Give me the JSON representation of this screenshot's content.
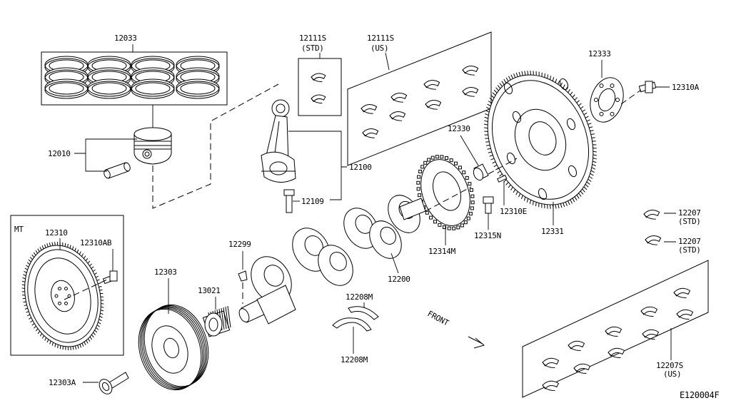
{
  "diagram_id": "E120004F",
  "section_tag": "MT",
  "front_label": "FRONT",
  "callouts": {
    "p12033": "12033",
    "p12010": "12010",
    "p12111s_std": "12111S",
    "p12111s_std_sub": "(STD)",
    "p12111s_us": "12111S",
    "p12111s_us_sub": "(US)",
    "p12100": "12100",
    "p12109": "12109",
    "p12333": "12333",
    "p12310a": "12310A",
    "p12330": "12330",
    "p12310e": "12310E",
    "p12331": "12331",
    "p12315n": "12315N",
    "p12314m": "12314M",
    "p12207_1": "12207",
    "p12207_1_sub": "(STD)",
    "p12207_2": "12207",
    "p12207_2_sub": "(STD)",
    "p12310": "12310",
    "p12310ab": "12310AB",
    "p12299": "12299",
    "p12303": "12303",
    "p13021": "13021",
    "p12200": "12200",
    "p12208m_top": "12208M",
    "p12208m_bot": "12208M",
    "p12303a": "12303A",
    "p12207s": "12207S",
    "p12207s_sub": "(US)"
  }
}
